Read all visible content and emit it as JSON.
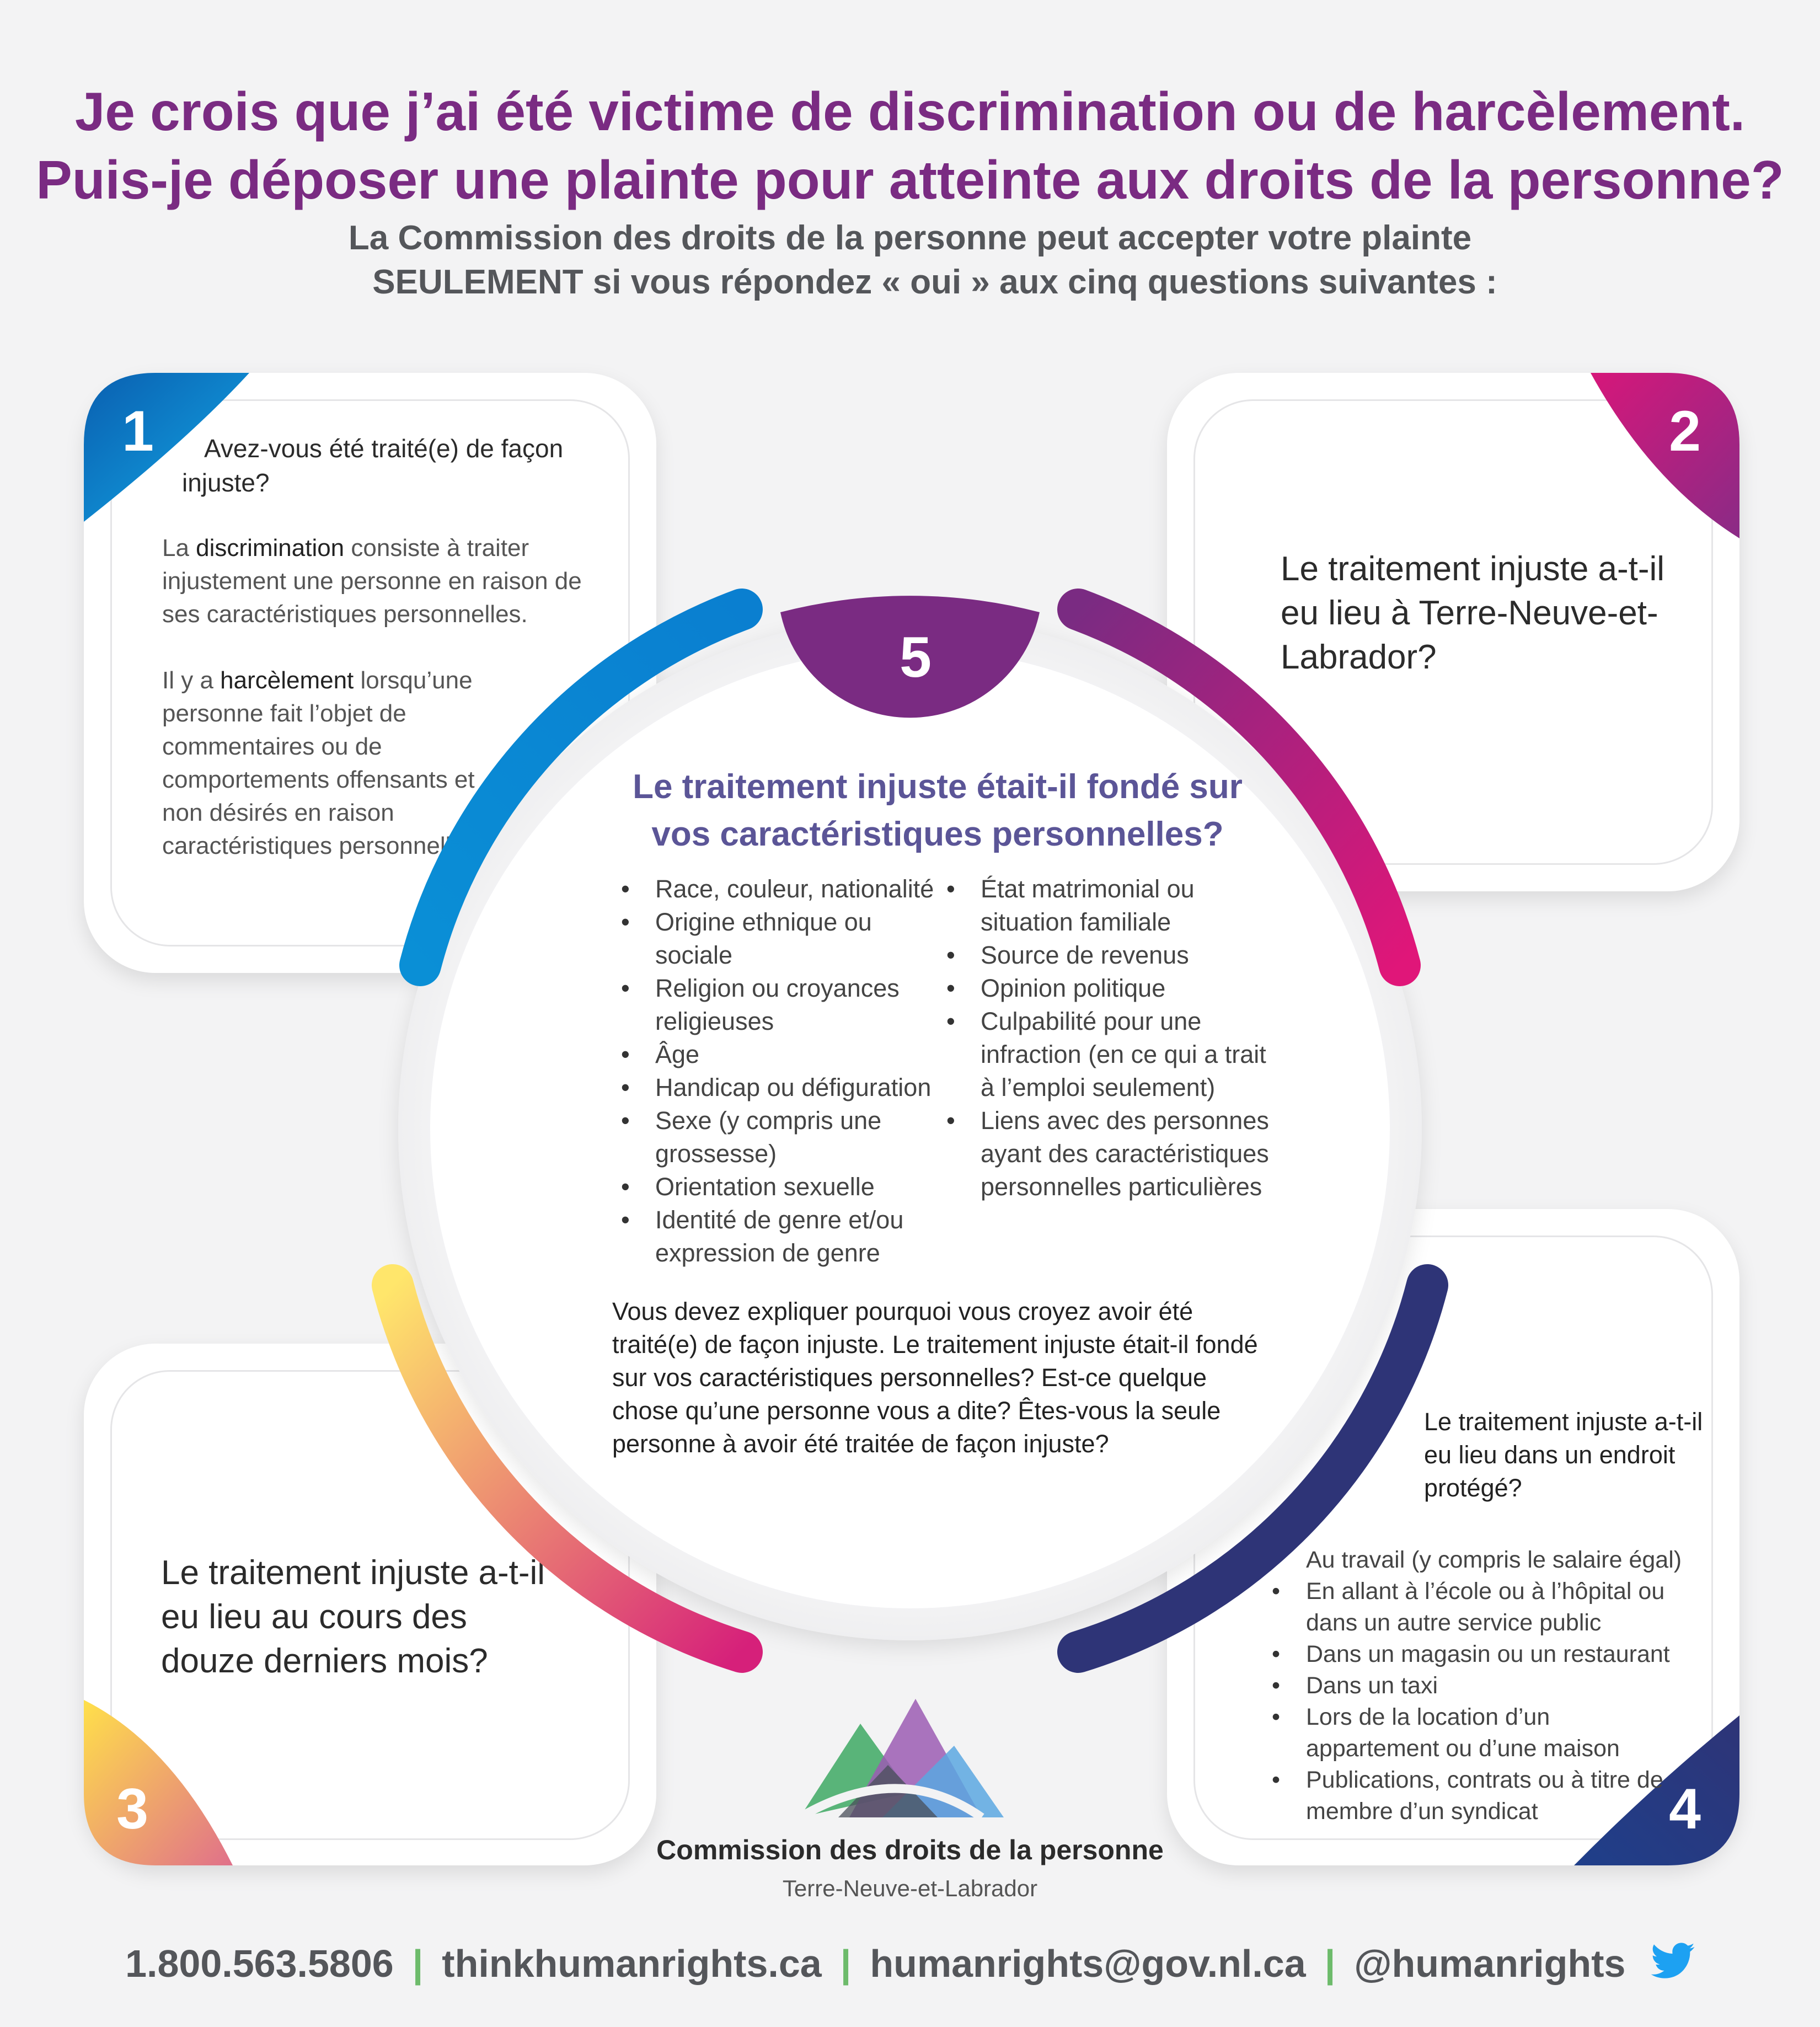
{
  "header": {
    "title_line1": "Je crois que j’ai été victime de discrimination ou de harcèlement.",
    "title_line2": "Puis-je déposer une plainte pour atteinte aux droits de la personne?",
    "subtitle_line1": "La Commission des droits de la personne peut accepter votre plainte",
    "subtitle_line2": "SEULEMENT si vous répondez « oui » aux cinq questions suivantes :"
  },
  "card1": {
    "number": "1",
    "question": "Avez-vous été traité(e) de façon injuste?",
    "p1_pre": "La ",
    "p1_term": "discrimination",
    "p1_post": " consiste à traiter injustement une personne en raison de ses caractéristiques personnelles.",
    "p2_pre": "Il y a ",
    "p2_term": "harcèlement",
    "p2_post": " lorsqu’une personne fait l’objet de commentaires ou de comportements offensants et non désirés en raison caractéristiques personnelles."
  },
  "card2": {
    "number": "2",
    "question": "Le traitement injuste a-t-il eu lieu à Terre-Neuve-et-Labrador?"
  },
  "card3": {
    "number": "3",
    "question": "Le traitement injuste a-t-il eu lieu au cours des douze derniers mois?"
  },
  "card4": {
    "number": "4",
    "question": "Le traitement injuste a-t-il eu lieu dans un endroit protégé?",
    "items": [
      "Au travail (y compris le salaire égal)",
      "En allant à l’école ou à l’hôpital ou dans un autre service public",
      "Dans un magasin ou un restaurant",
      "Dans un taxi",
      "Lors de la location d’un appartement ou d’une maison",
      "Publications, contrats ou à titre de membre d’un syndicat"
    ]
  },
  "center": {
    "number": "5",
    "question": "Le traitement injuste était-il fondé sur vos caractéristiques personnelles?",
    "left_items": [
      "Race, couleur, nationalité",
      "Origine ethnique ou sociale",
      "Religion ou croyances religieuses",
      "Âge",
      "Handicap ou défiguration",
      "Sexe (y compris une grossesse)",
      "Orientation sexuelle",
      "Identité de genre et/ou expression de genre"
    ],
    "right_items": [
      "État matrimonial ou situation familiale",
      "Source de revenus",
      "Opinion politique",
      "Culpabilité pour une infraction (en ce qui a trait à l’emploi seulement)",
      "Liens avec des personnes ayant des caractéristiques personnelles particulières"
    ],
    "paragraph": "Vous devez expliquer pourquoi vous croyez avoir été traité(e) de façon injuste. Le traitement injuste était-il fondé sur vos caractéristiques personnelles? Est-ce quelque chose qu’une personne vous a dite? Êtes-vous la seule personne à avoir été traitée de façon injuste?"
  },
  "logo": {
    "name": "Commission des droits de la personne",
    "region": "Terre-Neuve-et-Labrador"
  },
  "footer": {
    "phone": "1.800.563.5806",
    "website": "thinkhumanrights.ca",
    "email": "humanrights@gov.nl.ca",
    "twitter": "@humanrights",
    "separator": "|"
  },
  "colors": {
    "title": "#7a2b82",
    "blue": "#0a8fd6",
    "magenta": "#d6177a",
    "purple": "#7a2b82",
    "yellow": "#ffe36b",
    "navy": "#2e3477",
    "green_separator": "#6dbb6b",
    "twitter": "#1da1f2"
  }
}
